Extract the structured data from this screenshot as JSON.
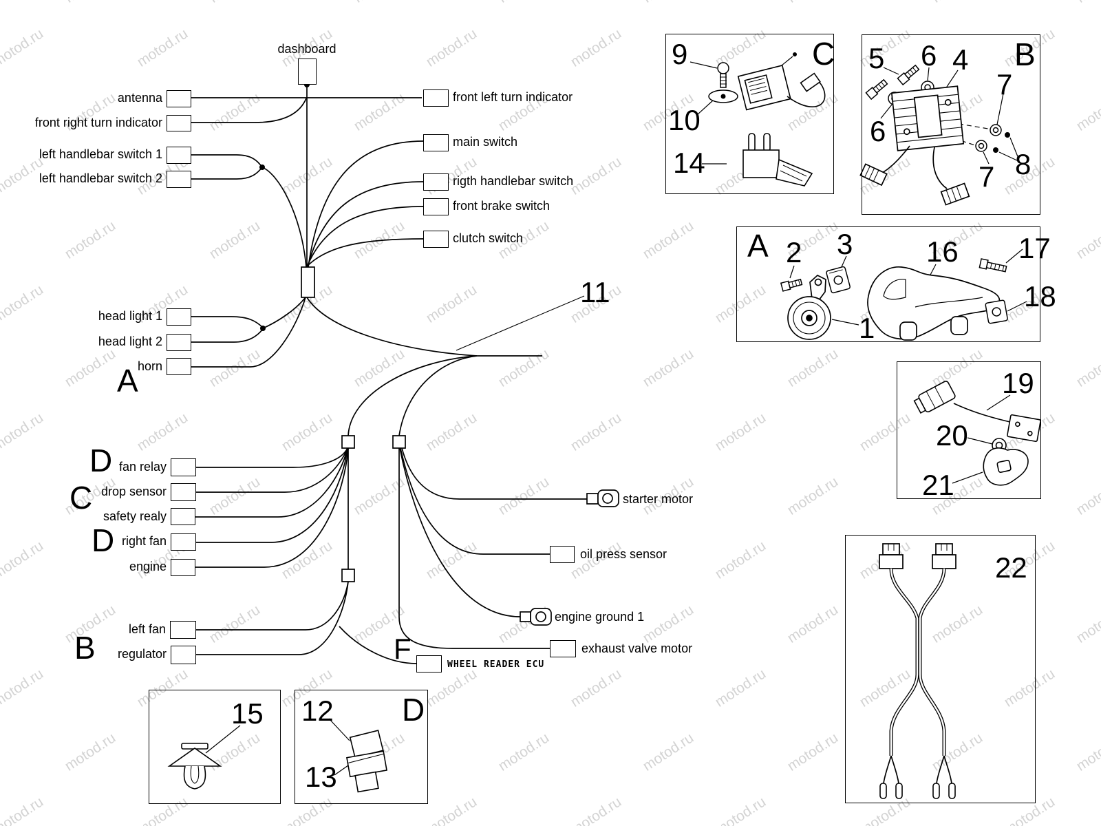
{
  "watermark": {
    "text": "motod.ru"
  },
  "main_diagram": {
    "dashboard_label": "dashboard",
    "left_labels": [
      "antenna",
      "front right turn indicator",
      "left handlebar switch 1",
      "left handlebar switch 2",
      "head light 1",
      "head light 2",
      "horn",
      "fan relay",
      "drop sensor",
      "safety realy",
      "right fan",
      "engine",
      "left fan",
      "regulator"
    ],
    "right_labels": [
      "front left turn indicator",
      "main switch",
      "rigth handlebar switch",
      "front brake switch",
      "clutch switch",
      "starter motor",
      "oil press sensor",
      "engine ground 1",
      "exhaust valve motor"
    ],
    "ecu_label": "WHEEL READER ECU",
    "section_letters": {
      "a": "A",
      "d1": "D",
      "c": "C",
      "d2": "D",
      "b": "B",
      "f": "F"
    },
    "trunk_ref": "11"
  },
  "detail_panels": {
    "panel_c": {
      "letter": "C",
      "items": {
        "n9": "9",
        "n10": "10",
        "n14": "14"
      }
    },
    "panel_b": {
      "letter": "B",
      "items": {
        "n5": "5",
        "n6a": "6",
        "n4": "4",
        "n7a": "7",
        "n6b": "6",
        "n7b": "7",
        "n8": "8"
      }
    },
    "panel_a": {
      "letter": "A",
      "items": {
        "n2": "2",
        "n3": "3",
        "n16": "16",
        "n17": "17",
        "n18": "18",
        "n1": "1"
      }
    },
    "panel_sensor": {
      "items": {
        "n19": "19",
        "n20": "20",
        "n21": "21"
      }
    },
    "panel_harness": {
      "items": {
        "n22": "22"
      }
    },
    "panel_clip": {
      "items": {
        "n15": "15"
      }
    },
    "panel_relay": {
      "letter": "D",
      "items": {
        "n12": "12",
        "n13": "13"
      }
    }
  }
}
